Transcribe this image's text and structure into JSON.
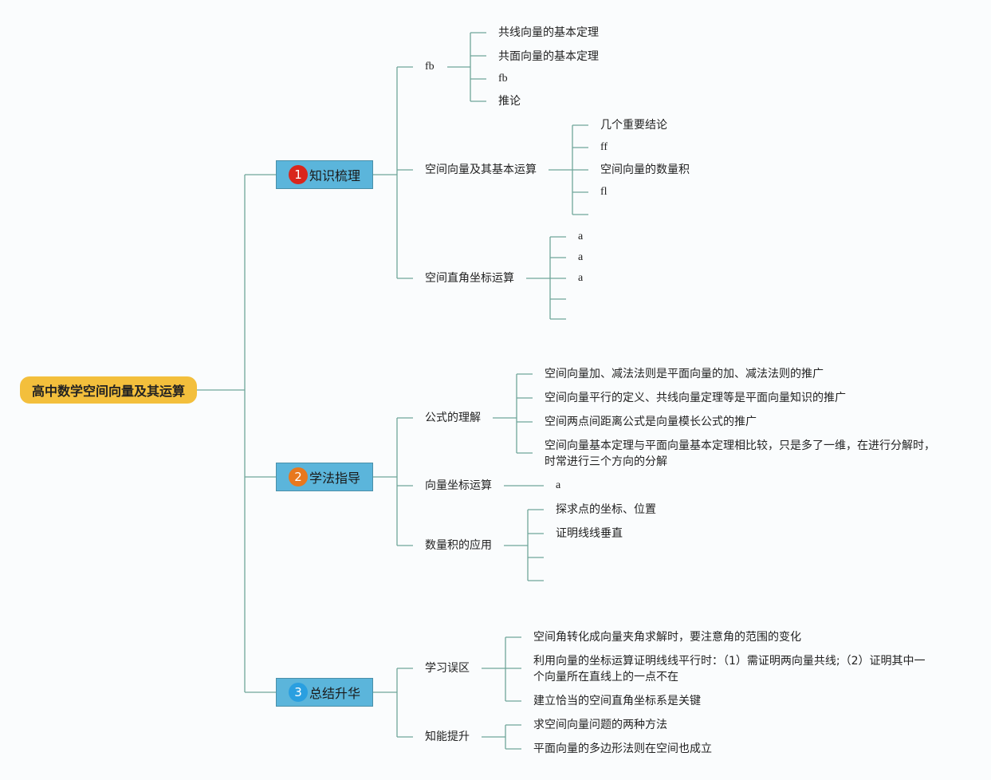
{
  "root": {
    "title": "高中数学空间向量及其运算"
  },
  "colors": {
    "line": "#6fa59a",
    "root_fill": "#f3bf3c",
    "section_fill": "#5bb5db"
  },
  "sections": [
    {
      "number": "1",
      "label": "知识梳理",
      "badge_color": "#d9261c",
      "children": [
        {
          "label": "fb",
          "items": [
            "共线向量的基本定理",
            "共面向量的基本定理",
            "fb",
            "推论"
          ]
        },
        {
          "label": "空间向量及其基本运算",
          "items": [
            "几个重要结论",
            "ff",
            "空间向量的数量积",
            "fl",
            ""
          ]
        },
        {
          "label": "空间直角坐标运算",
          "items": [
            "a",
            "a",
            "a",
            "",
            ""
          ]
        }
      ]
    },
    {
      "number": "2",
      "label": "学法指导",
      "badge_color": "#e8781e",
      "children": [
        {
          "label": "公式的理解",
          "items": [
            "空间向量加、减法法则是平面向量的加、减法法则的推广",
            "空间向量平行的定义、共线向量定理等是平面向量知识的推广",
            "空间两点间距离公式是向量模长公式的推广",
            "空间向量基本定理与平面向量基本定理相比较，只是多了一维，在进行分解时，时常进行三个方向的分解"
          ]
        },
        {
          "label": "向量坐标运算",
          "items": [
            "a"
          ]
        },
        {
          "label": "数量积的应用",
          "items": [
            "探求点的坐标、位置",
            "证明线线垂直",
            "",
            ""
          ]
        }
      ]
    },
    {
      "number": "3",
      "label": "总结升华",
      "badge_color": "#2a9fe0",
      "children": [
        {
          "label": "学习误区",
          "items": [
            "空间角转化成向量夹角求解时，要注意角的范围的变化",
            "利用向量的坐标运算证明线线平行时：（1）需证明两向量共线;（2）证明其中一个向量所在直线上的一点不在",
            "建立恰当的空间直角坐标系是关键"
          ]
        },
        {
          "label": "知能提升",
          "items": [
            "求空间向量问题的两种方法",
            "平面向量的多边形法则在空间也成立"
          ]
        }
      ]
    }
  ]
}
